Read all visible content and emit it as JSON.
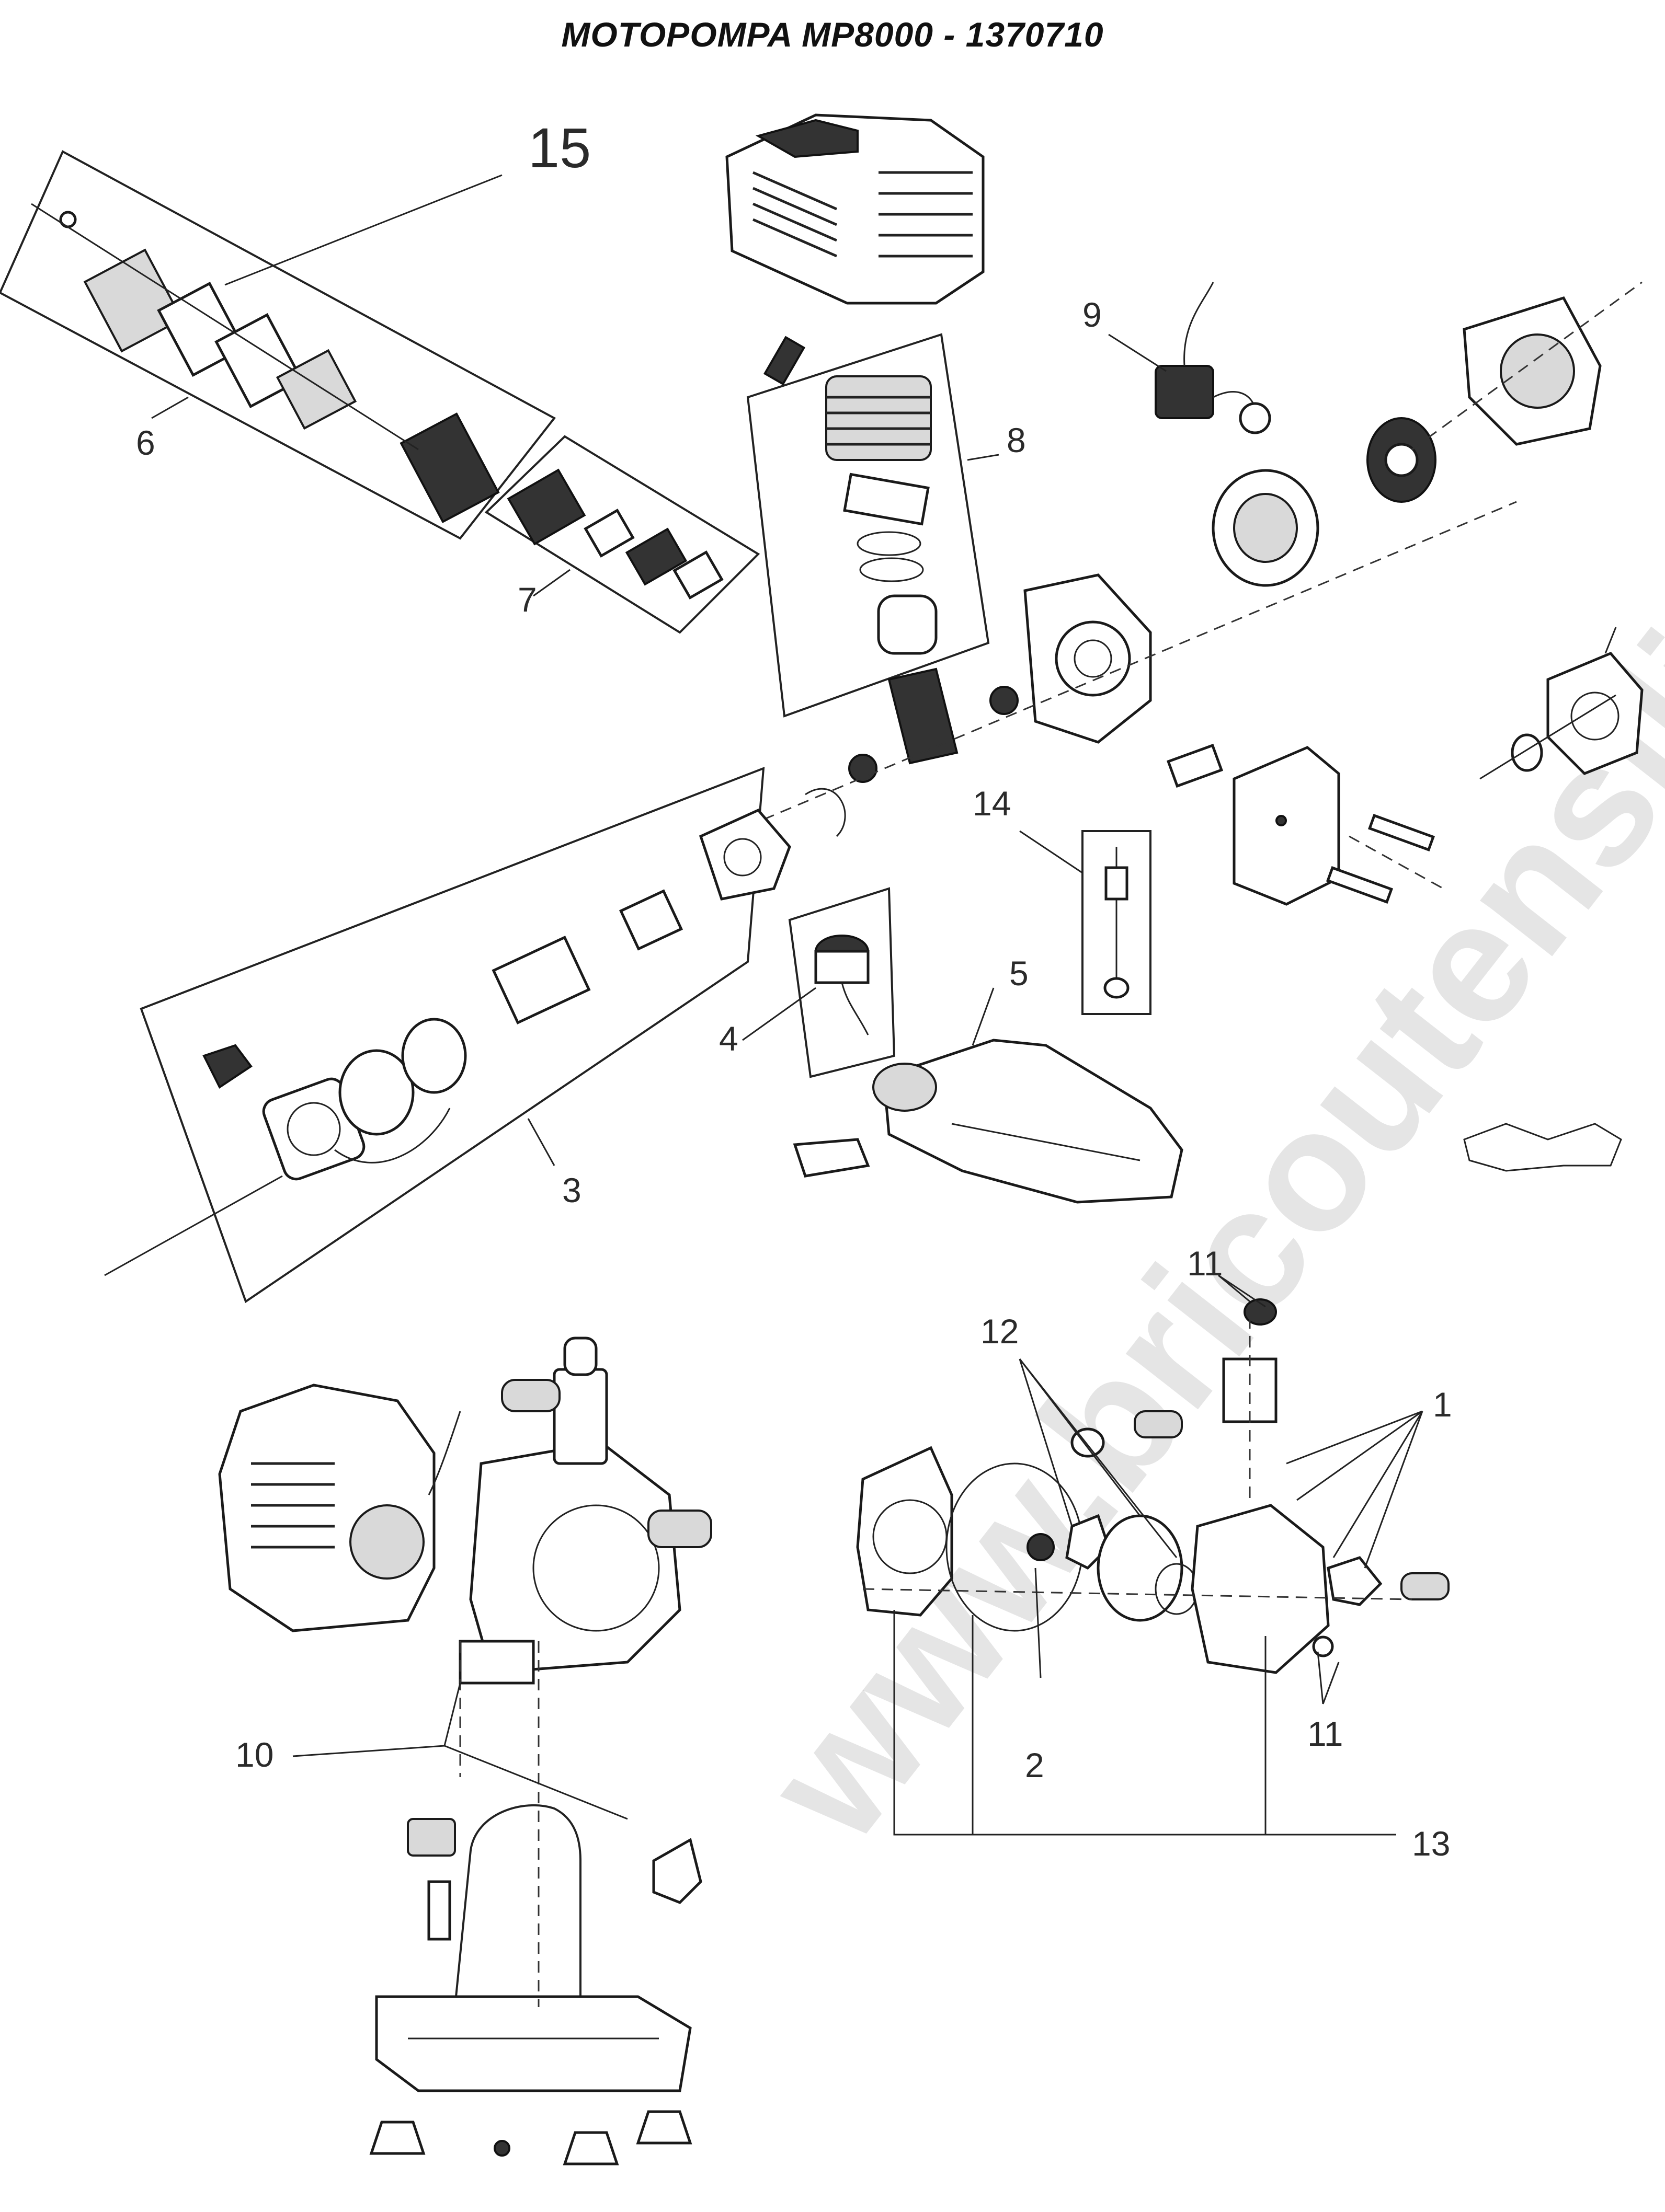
{
  "title": "MOTOPOMPA MP8000 - 1370710",
  "watermark": "www.bricoutensili.com",
  "callouts": {
    "c1": "1",
    "c2": "2",
    "c3": "3",
    "c4": "4",
    "c5": "5",
    "c6": "6",
    "c7": "7",
    "c8": "8",
    "c9": "9",
    "c10": "10",
    "c11a": "11",
    "c11b": "11",
    "c12": "12",
    "c13": "13",
    "c14": "14",
    "c15": "15"
  }
}
